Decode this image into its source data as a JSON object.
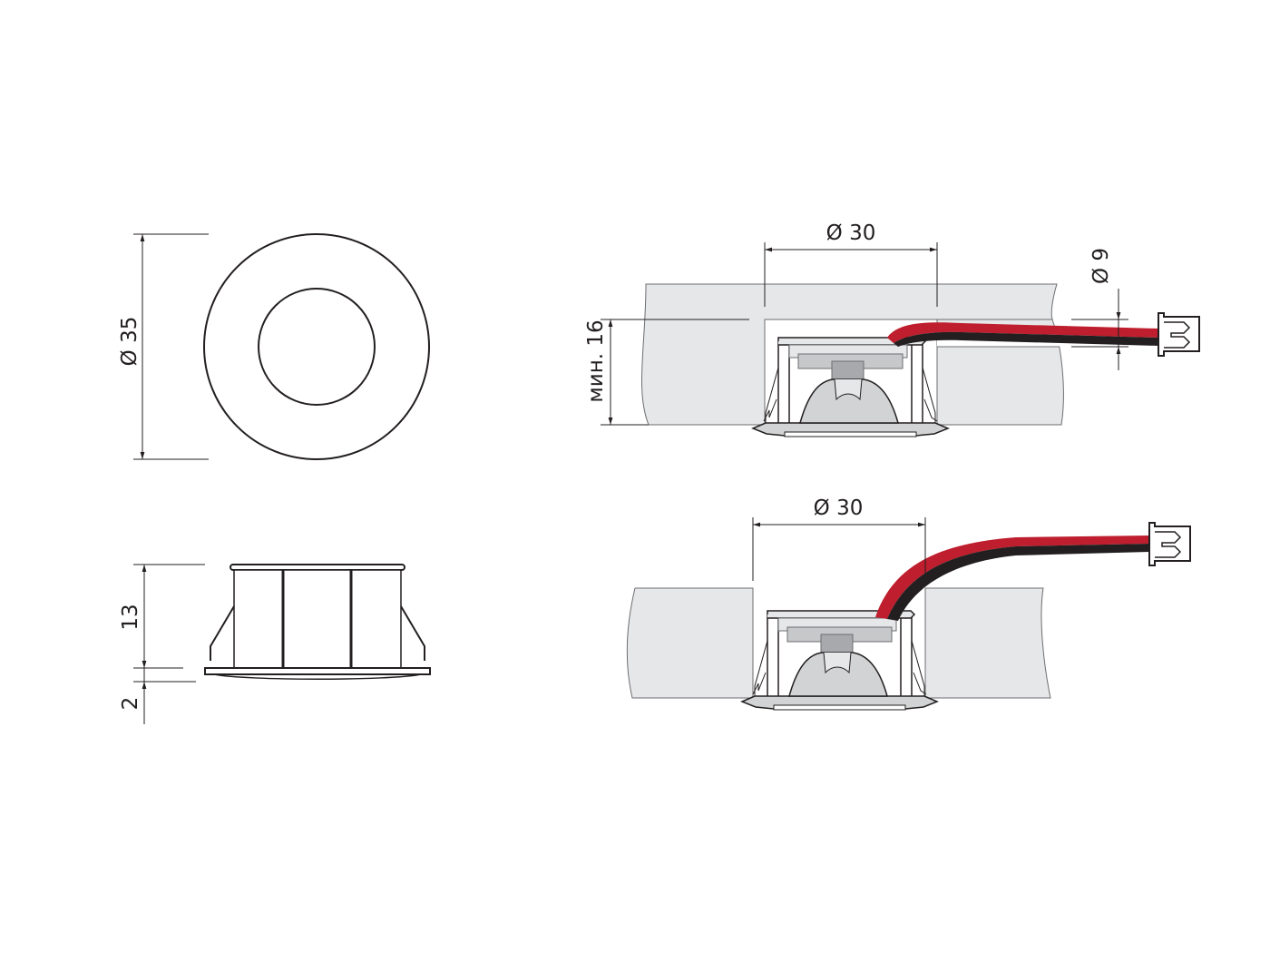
{
  "front_view": {
    "diameter_label": "Ø 35"
  },
  "side_view": {
    "height_label": "13",
    "flange_label": "2"
  },
  "installed_view_top": {
    "cutout_label": "Ø 30",
    "min_thickness_label": "мин. 16",
    "cable_hole_label": "Ø 9"
  },
  "installed_view_bottom": {
    "cutout_label": "Ø 30"
  },
  "colors": {
    "cable_red": "#be1e2d",
    "cable_black": "#231f20",
    "panel": "#e6e7e8",
    "line": "#231f20"
  }
}
